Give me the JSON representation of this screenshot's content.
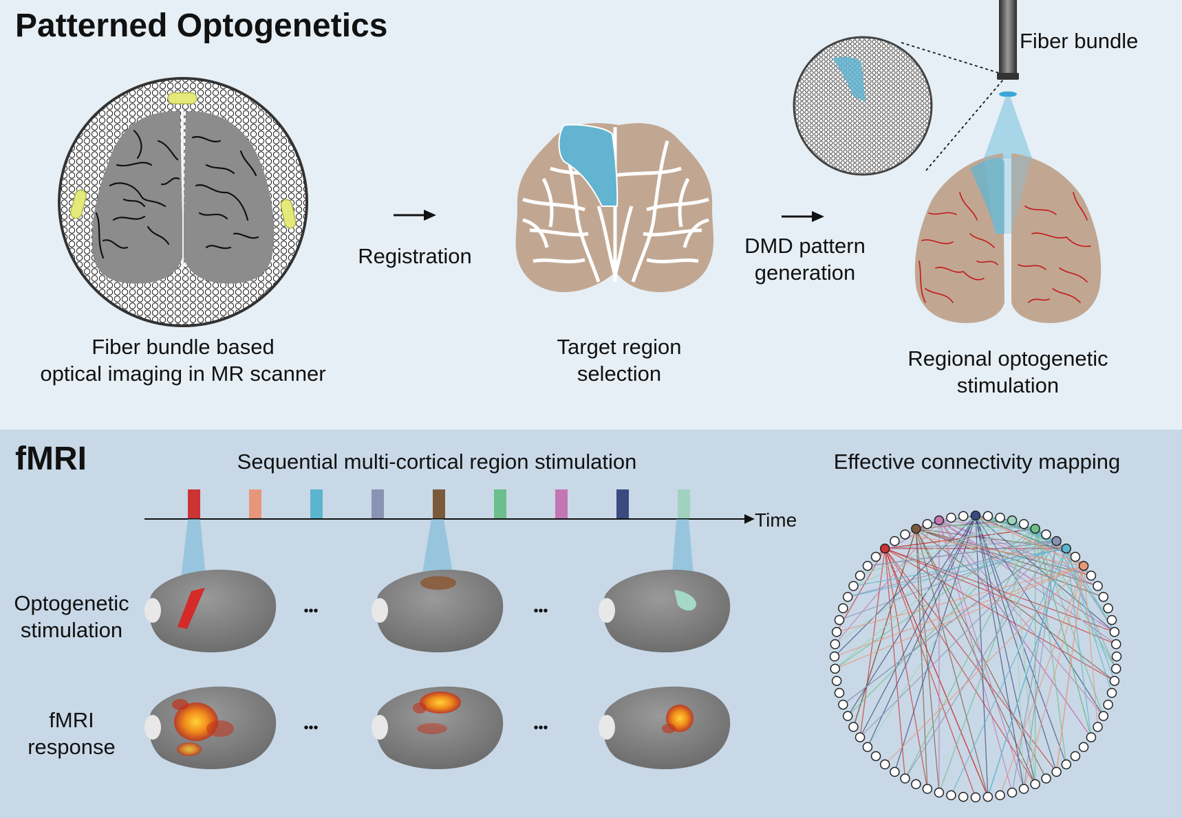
{
  "top_panel": {
    "title": "Patterned Optogenetics",
    "fiber_bundle_label": "Fiber bundle",
    "step1_caption_line1": "Fiber bundle based",
    "step1_caption_line2": "optical imaging in MR scanner",
    "arrow1_label": "Registration",
    "step2_caption_line1": "Target region",
    "step2_caption_line2": "selection",
    "arrow2_label_line1": "DMD pattern",
    "arrow2_label_line2": "generation",
    "step3_caption_line1": "Regional optogenetic",
    "step3_caption_line2": "stimulation"
  },
  "bottom_panel": {
    "title": "fMRI",
    "sequence_title": "Sequential multi-cortical region stimulation",
    "time_label": "Time",
    "row1_label_line1": "Optogenetic",
    "row1_label_line2": "stimulation",
    "row2_label_line1": "fMRI",
    "row2_label_line2": "response",
    "ellipsis": "•••",
    "connectivity_title": "Effective connectivity mapping",
    "stimulus_colors": [
      "#cc3333",
      "#e8967a",
      "#5bb5cf",
      "#8b93b2",
      "#7b5a3c",
      "#6cbf8c",
      "#c476b4",
      "#3b4a80",
      "#9fd3c0"
    ]
  },
  "colors": {
    "top_bg": "#e6eff5",
    "bottom_bg": "#c8d8e6",
    "atlas_tan": "#c1a792",
    "target_blue": "#62b4d0",
    "brain_gray": "#8f8f8f",
    "vessel_red": "#c41e1e"
  }
}
